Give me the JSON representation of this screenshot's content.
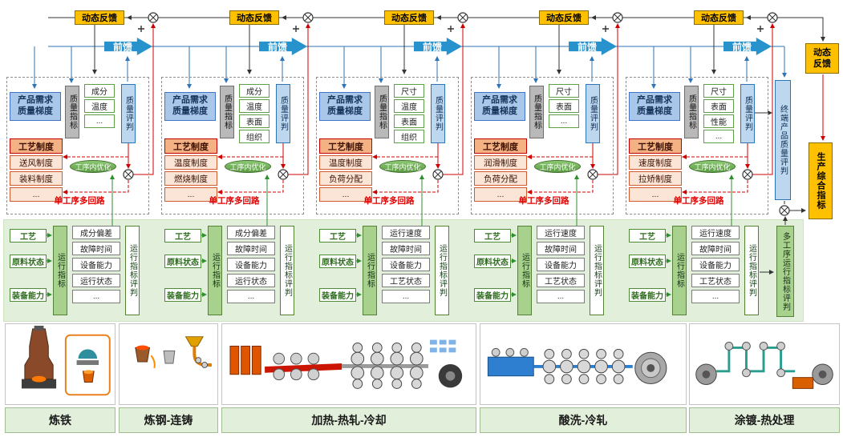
{
  "labels": {
    "dynamic_feedback": "动态反馈",
    "feedforward": "前馈",
    "demand_line1": "产品需求",
    "demand_line2": "质量梯度",
    "quality_indicator": "质量指标",
    "quality_eval": "质量评判",
    "process_system": "工艺制度",
    "process_opt": "工序内优化",
    "single_process_loops": "单工序多回路",
    "craft": "工艺",
    "material_state": "原料状态",
    "equipment_capability": "装备能力",
    "run_indicator": "运行指标",
    "run_eval": "运行指标评判"
  },
  "right_panel": {
    "dynamic_feedback": "动态反馈",
    "terminal_quality_eval": "终端产品质量评判",
    "production_index": "生产综合指标",
    "multi_process_run_eval": "多工序运行指标评判"
  },
  "stages": [
    {
      "name": "炼铁",
      "quality_params": [
        "成分",
        "温度",
        "..."
      ],
      "process_rules": [
        "送风制度",
        "装料制度",
        "..."
      ],
      "run_metrics": [
        "成分偏差",
        "故障时间",
        "设备能力",
        "运行状态",
        "..."
      ]
    },
    {
      "name": "炼钢-连铸",
      "quality_params": [
        "成分",
        "温度",
        "表面",
        "组织"
      ],
      "process_rules": [
        "温度制度",
        "燃烧制度",
        "..."
      ],
      "run_metrics": [
        "成分偏差",
        "故障时间",
        "设备能力",
        "运行状态",
        "..."
      ]
    },
    {
      "name": "加热-热轧-冷却",
      "quality_params": [
        "尺寸",
        "温度",
        "表面",
        "组织"
      ],
      "process_rules": [
        "温度制度",
        "负荷分配",
        "..."
      ],
      "run_metrics": [
        "运行速度",
        "故障时间",
        "设备能力",
        "工艺状态",
        "..."
      ]
    },
    {
      "name": "酸洗-冷轧",
      "quality_params": [
        "尺寸",
        "表面",
        "..."
      ],
      "process_rules": [
        "润滑制度",
        "负荷分配",
        "..."
      ],
      "run_metrics": [
        "运行速度",
        "故障时间",
        "设备能力",
        "工艺状态",
        "..."
      ]
    },
    {
      "name": "涂镀-热处理",
      "quality_params": [
        "尺寸",
        "表面",
        "性能",
        "..."
      ],
      "process_rules": [
        "速度制度",
        "拉矫制度",
        "..."
      ],
      "run_metrics": [
        "运行速度",
        "故障时间",
        "设备能力",
        "工艺状态",
        "..."
      ]
    }
  ],
  "colors": {
    "feedback_yellow": "#ffc000",
    "feedforward_blue": "#2792cc",
    "quality_blue": "#bdd7ee",
    "demand_blue": "#a9c7e8",
    "process_orange": "#f4b183",
    "process_item_peach": "#fbe5d6",
    "optimize_green": "#70ad47",
    "band_green": "#e2efda",
    "indicator_green": "#a9d18e",
    "loop_red": "#e00000"
  }
}
